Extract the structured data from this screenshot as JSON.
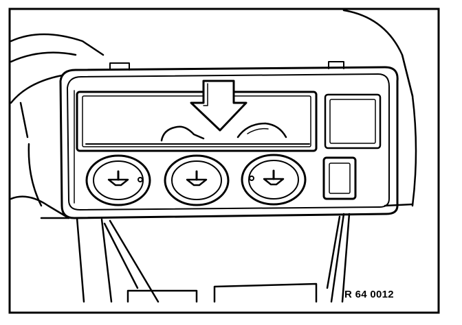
{
  "figure": {
    "label": "R 64 0012"
  },
  "colors": {
    "ink": "#000000",
    "paper": "#ffffff"
  },
  "components": {
    "vents": 3,
    "indicator": "down-arrow"
  }
}
